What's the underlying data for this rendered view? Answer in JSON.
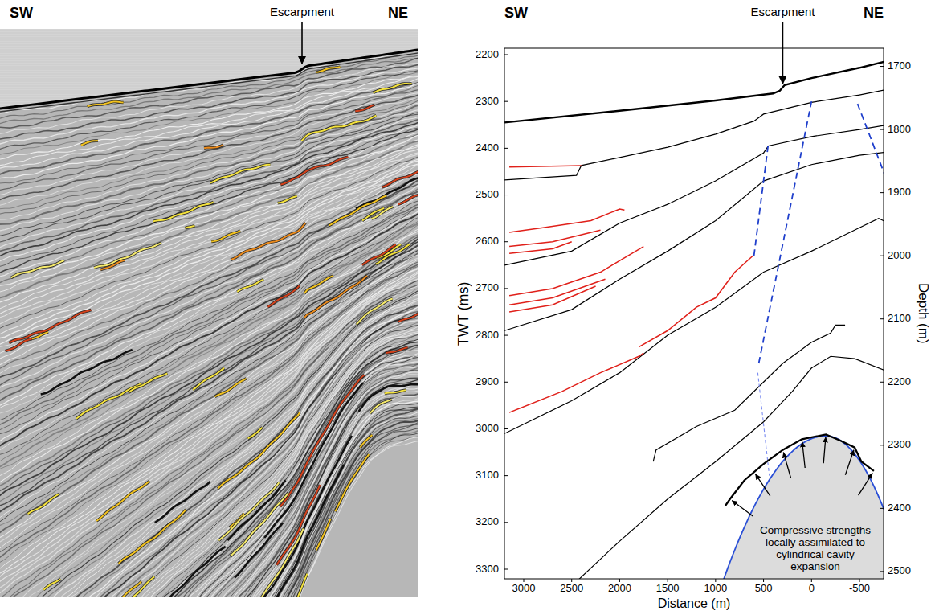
{
  "diagram": {
    "nodes": [
      {
        "text": [
          "Compressive strengths locally assimilated to cylindrical cavity expansion"
        ]
      }
    ],
    "labels": [
      "SW",
      "NE",
      "Escarpment",
      "SW",
      "NE",
      "Escarpment",
      "TWT (ms)",
      "2200",
      "2300",
      "2400",
      "2500",
      "2600",
      "2700",
      "2800",
      "2900",
      "3000",
      "3100",
      "3200",
      "3300",
      "Depth (m)",
      "1700",
      "1800",
      "1900",
      "2000",
      "2100",
      "2200",
      "2300",
      "2400",
      "2500",
      "Distance (m)",
      "3000",
      "2500",
      "2000",
      "1500",
      "1000",
      "500",
      "0",
      "-500"
    ]
  }
}
